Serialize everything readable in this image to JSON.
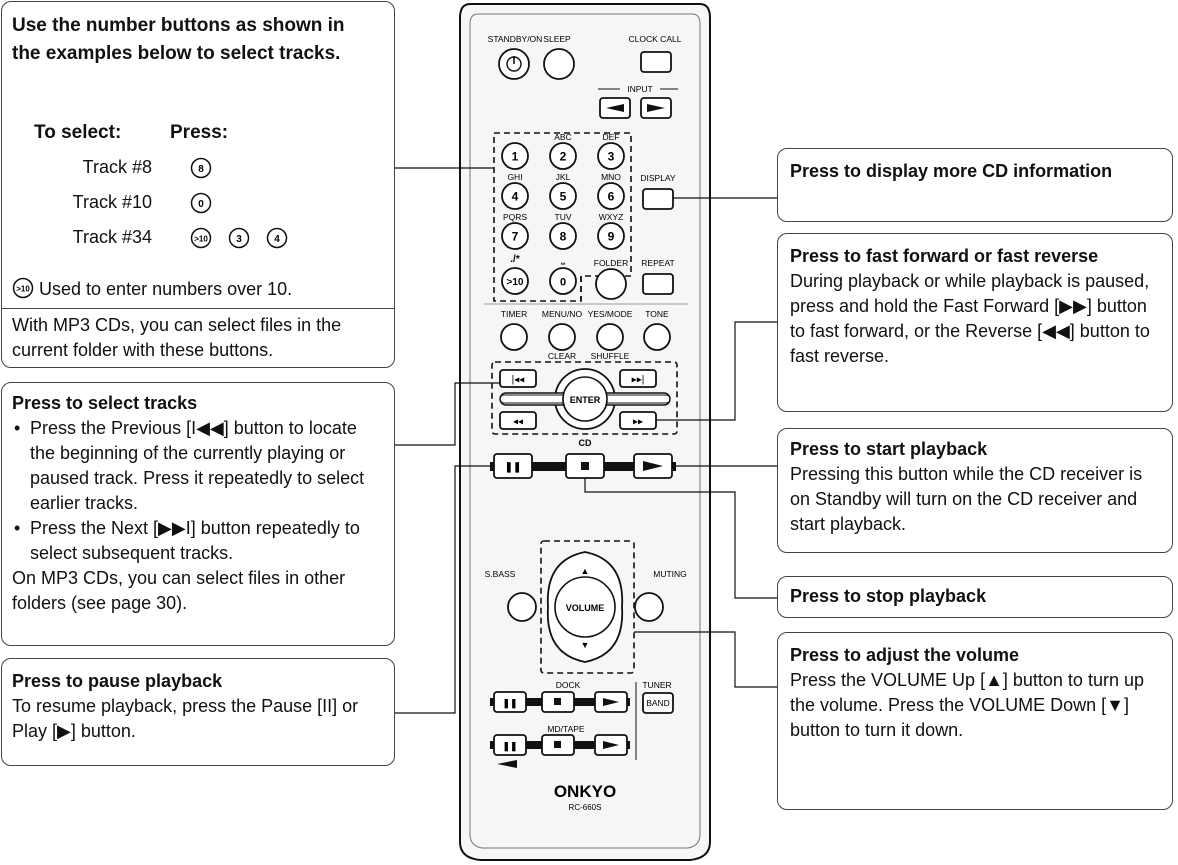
{
  "left": {
    "number_box": {
      "title": "Use the number buttons as shown in the examples below to select tracks.",
      "col_select": "To select:",
      "col_press": "Press:",
      "rows": [
        {
          "track": "Track #8",
          "buttons": [
            "8"
          ]
        },
        {
          "track": "Track #10",
          "buttons": [
            "0"
          ]
        },
        {
          "track": "Track #34",
          "buttons": [
            ">10",
            "3",
            "4"
          ]
        }
      ],
      "gt10_icon": ">10",
      "gt10_note": "Used to enter numbers over 10.",
      "mp3_note": "With MP3 CDs, you can select files in the current folder with these buttons."
    },
    "select_box": {
      "title": "Press to select tracks",
      "bullets": [
        "Press the Previous [I◀◀] button to locate the beginning of the currently playing or paused track. Press it repeatedly to select earlier tracks.",
        "Press the Next [▶▶I] button repeatedly to select subsequent tracks."
      ],
      "note": "On MP3 CDs, you can select files in other folders (see page 30)."
    },
    "pause_box": {
      "title": "Press to pause playback",
      "text": "To resume playback, press the Pause [II] or Play [▶] button."
    }
  },
  "right": {
    "display_box": {
      "title": "Press to display more CD information"
    },
    "ff_box": {
      "title": "Press to fast forward or fast reverse",
      "text": "During playback or while playback is paused, press and hold the Fast Forward [▶▶] button to fast forward, or the Reverse [◀◀] button to fast reverse."
    },
    "play_box": {
      "title": "Press to start playback",
      "text": "Pressing this button while the CD receiver is on Standby will turn on the CD receiver and start playback."
    },
    "stop_box": {
      "title": "Press to stop playback"
    },
    "volume_box": {
      "title": "Press to adjust the volume",
      "text": "Press the VOLUME Up [▲] button to turn up the volume. Press the VOLUME Down [▼] button to turn it down."
    }
  },
  "remote": {
    "standby": "STANDBY/ON",
    "sleep": "SLEEP",
    "clock_call": "CLOCK CALL",
    "input": "INPUT",
    "num_letters": [
      "",
      "ABC",
      "DEF",
      "GHI",
      "JKL",
      "MNO",
      "PQRS",
      "TUV",
      "WXYZ"
    ],
    "nums": [
      "1",
      "2",
      "3",
      "4",
      "5",
      "6",
      "7",
      "8",
      "9"
    ],
    "sym": "./*",
    "space": "⎵",
    "gt10": ">10",
    "zero": "0",
    "folder": "FOLDER",
    "repeat": "REPEAT",
    "display": "DISPLAY",
    "timer": "TIMER",
    "menu_no": "MENU/NO",
    "yes_mode": "YES/MODE",
    "tone": "TONE",
    "clear": "CLEAR",
    "shuffle": "SHUFFLE",
    "enter": "ENTER",
    "cd": "CD",
    "sbass": "S.BASS",
    "muting": "MUTING",
    "volume": "VOLUME",
    "dock": "DOCK",
    "tuner": "TUNER",
    "band": "BAND",
    "mdtape": "MD/TAPE",
    "brand": "ONKYO",
    "model": "RC-660S"
  }
}
